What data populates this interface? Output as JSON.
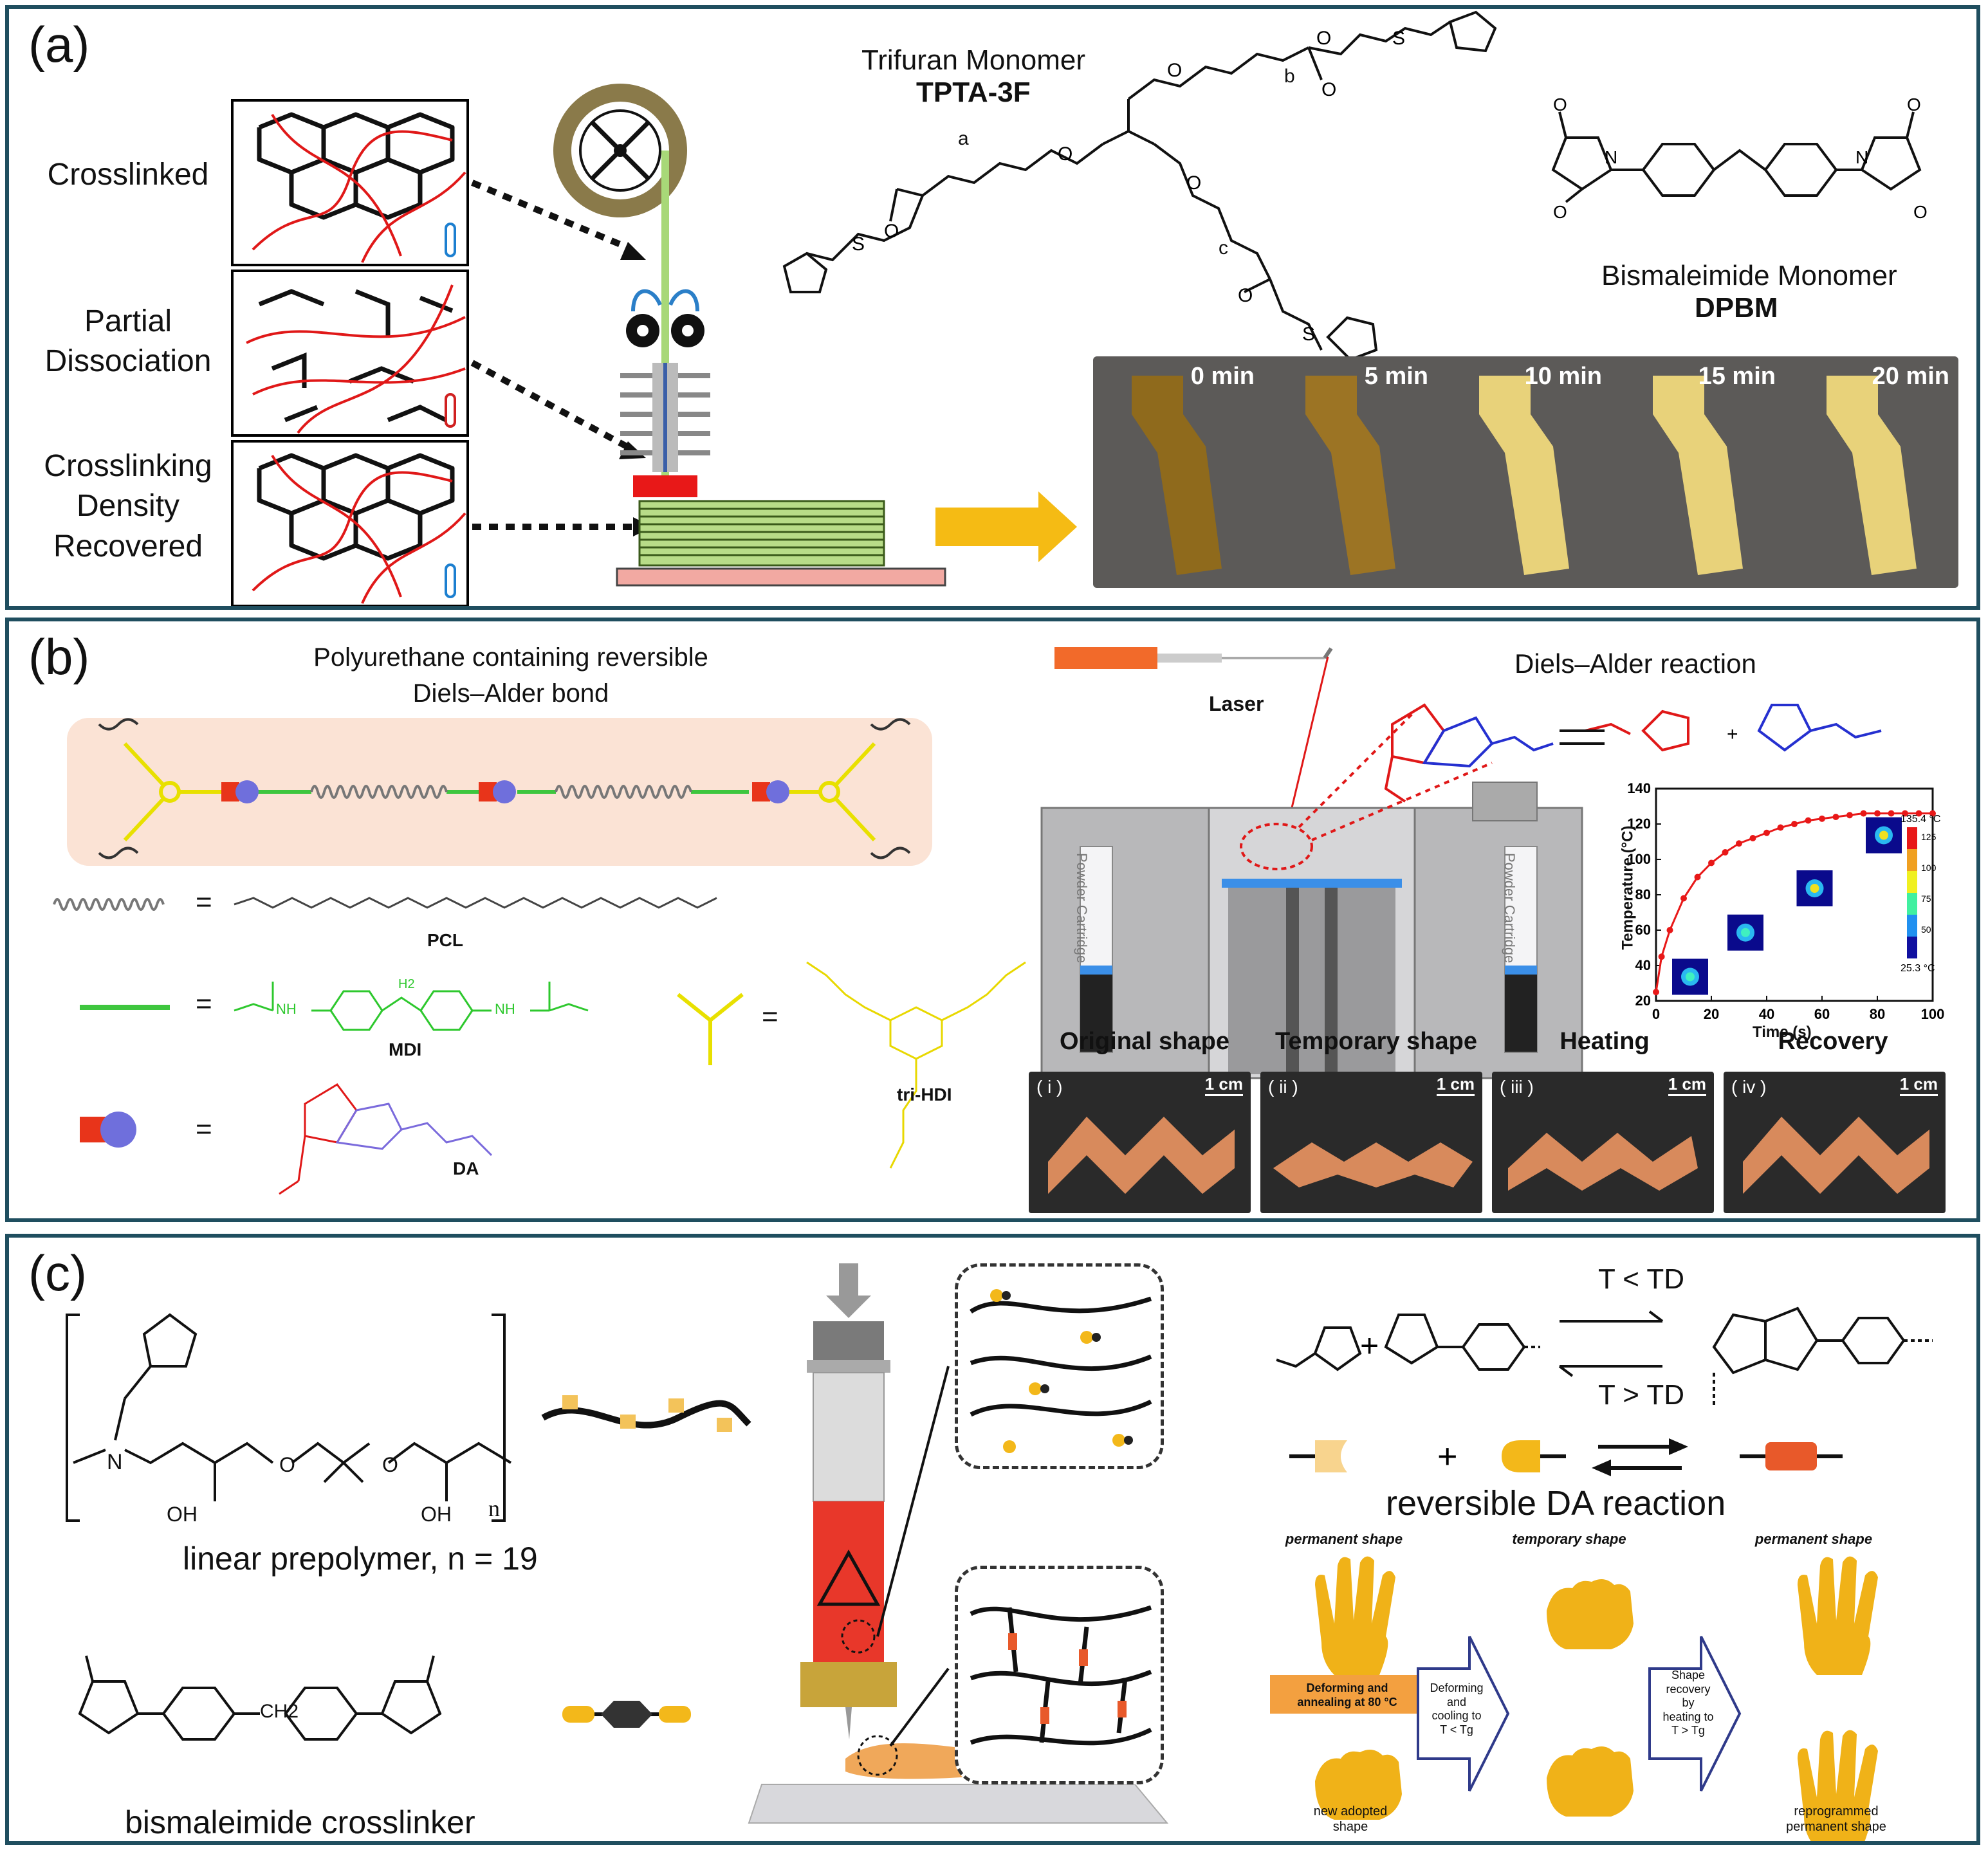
{
  "panel_a": {
    "label": "(a)",
    "states": [
      "Crosslinked",
      "Partial\nDissociation",
      "Crosslinking\nDensity\nRecovered"
    ],
    "trifuran_title": "Trifuran Monomer",
    "trifuran_code": "TPTA-3F",
    "bismaleimide_title": "Bismaleimide Monomer",
    "bismaleimide_code": "DPBM",
    "subscripts": [
      "a",
      "b",
      "c"
    ],
    "time_labels": [
      "0 min",
      "5 min",
      "10 min",
      "15 min",
      "20 min"
    ],
    "colors": {
      "photo_bg": "#5c5a58",
      "dark_resin": "#8f6a1c",
      "light_resin": "#e8d27a",
      "arrow": "#f5bb14"
    }
  },
  "panel_b": {
    "label": "(b)",
    "title": "Polyurethane containing reversible\nDiels–Alder bond",
    "legend_names": [
      "PCL",
      "MDI",
      "DA",
      "tri-HDI"
    ],
    "equals": "=",
    "mdi_text": "NH",
    "ch2_text": "H2",
    "laser_label": "Laser",
    "reaction_title": "Diels–Alder reaction",
    "cartridge_label": "Powder Cartridge",
    "shape_labels": [
      "Original shape",
      "Temporary shape",
      "Heating",
      "Recovery"
    ],
    "photo_indices": [
      "( i )",
      "( ii )",
      "( iii )",
      "( iv )"
    ],
    "scale_label": "1 cm",
    "colorbar_max": "135.4 °C",
    "colorbar_min": "25.3 °C",
    "colorbar_ticks": [
      "125",
      "100",
      "75",
      "50"
    ]
  },
  "chart_data": {
    "type": "line",
    "xlabel": "Time (s)",
    "ylabel": "Temperature (°C)",
    "xlim": [
      0,
      100
    ],
    "ylim": [
      20,
      140
    ],
    "x_ticks": [
      0,
      20,
      40,
      60,
      80,
      100
    ],
    "y_ticks": [
      20,
      40,
      60,
      80,
      100,
      120,
      140
    ],
    "x": [
      0,
      2,
      5,
      10,
      15,
      20,
      25,
      30,
      35,
      40,
      45,
      50,
      55,
      60,
      65,
      70,
      75,
      80,
      85,
      90,
      95,
      100
    ],
    "values": [
      25,
      45,
      60,
      78,
      90,
      98,
      104,
      109,
      112,
      115,
      118,
      120,
      122,
      123,
      124,
      125,
      126,
      126,
      126,
      126,
      126,
      126
    ]
  },
  "panel_c": {
    "label": "(c)",
    "prepolymer_label": "linear prepolymer, n = 19",
    "crosslinker_label": "bismaleimide crosslinker",
    "n_label": "n",
    "oh_label": "OH",
    "n_atom": "N",
    "o_atom": "O",
    "ch2_label": "CH2",
    "cond_low": "T < TD",
    "cond_high": "T > TD",
    "reaction_label": "reversible DA reaction",
    "shape_titles": [
      "permanent shape",
      "temporary shape",
      "permanent shape"
    ],
    "banner": "Deforming and\nannealing at 80 °C",
    "arrow1": "Deforming\nand\ncooling to\nT < Tg",
    "arrow2": "Shape\nrecovery\nby\nheating to\nT > Tg",
    "bottom_left": "new adopted\nshape",
    "bottom_right": "reprogrammed\npermanent shape"
  }
}
